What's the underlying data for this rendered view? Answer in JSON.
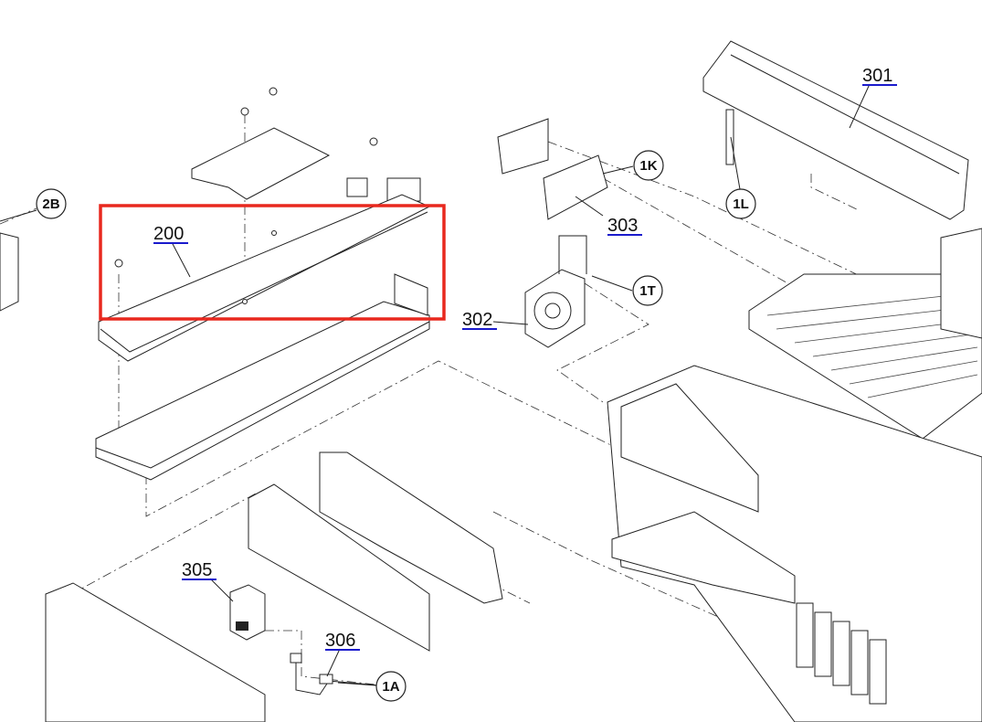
{
  "diagram": {
    "part_numbers": {
      "p200": "200",
      "p301": "301",
      "p302": "302",
      "p303": "303",
      "p305": "305",
      "p306": "306"
    },
    "references": {
      "r2B": "2B",
      "r1K": "1K",
      "r1L": "1L",
      "r1T": "1T",
      "r1A": "1A"
    },
    "highlighted_part": "200",
    "colors": {
      "highlight": "#e8281e",
      "part_link_underline": "#1a1acc"
    }
  }
}
